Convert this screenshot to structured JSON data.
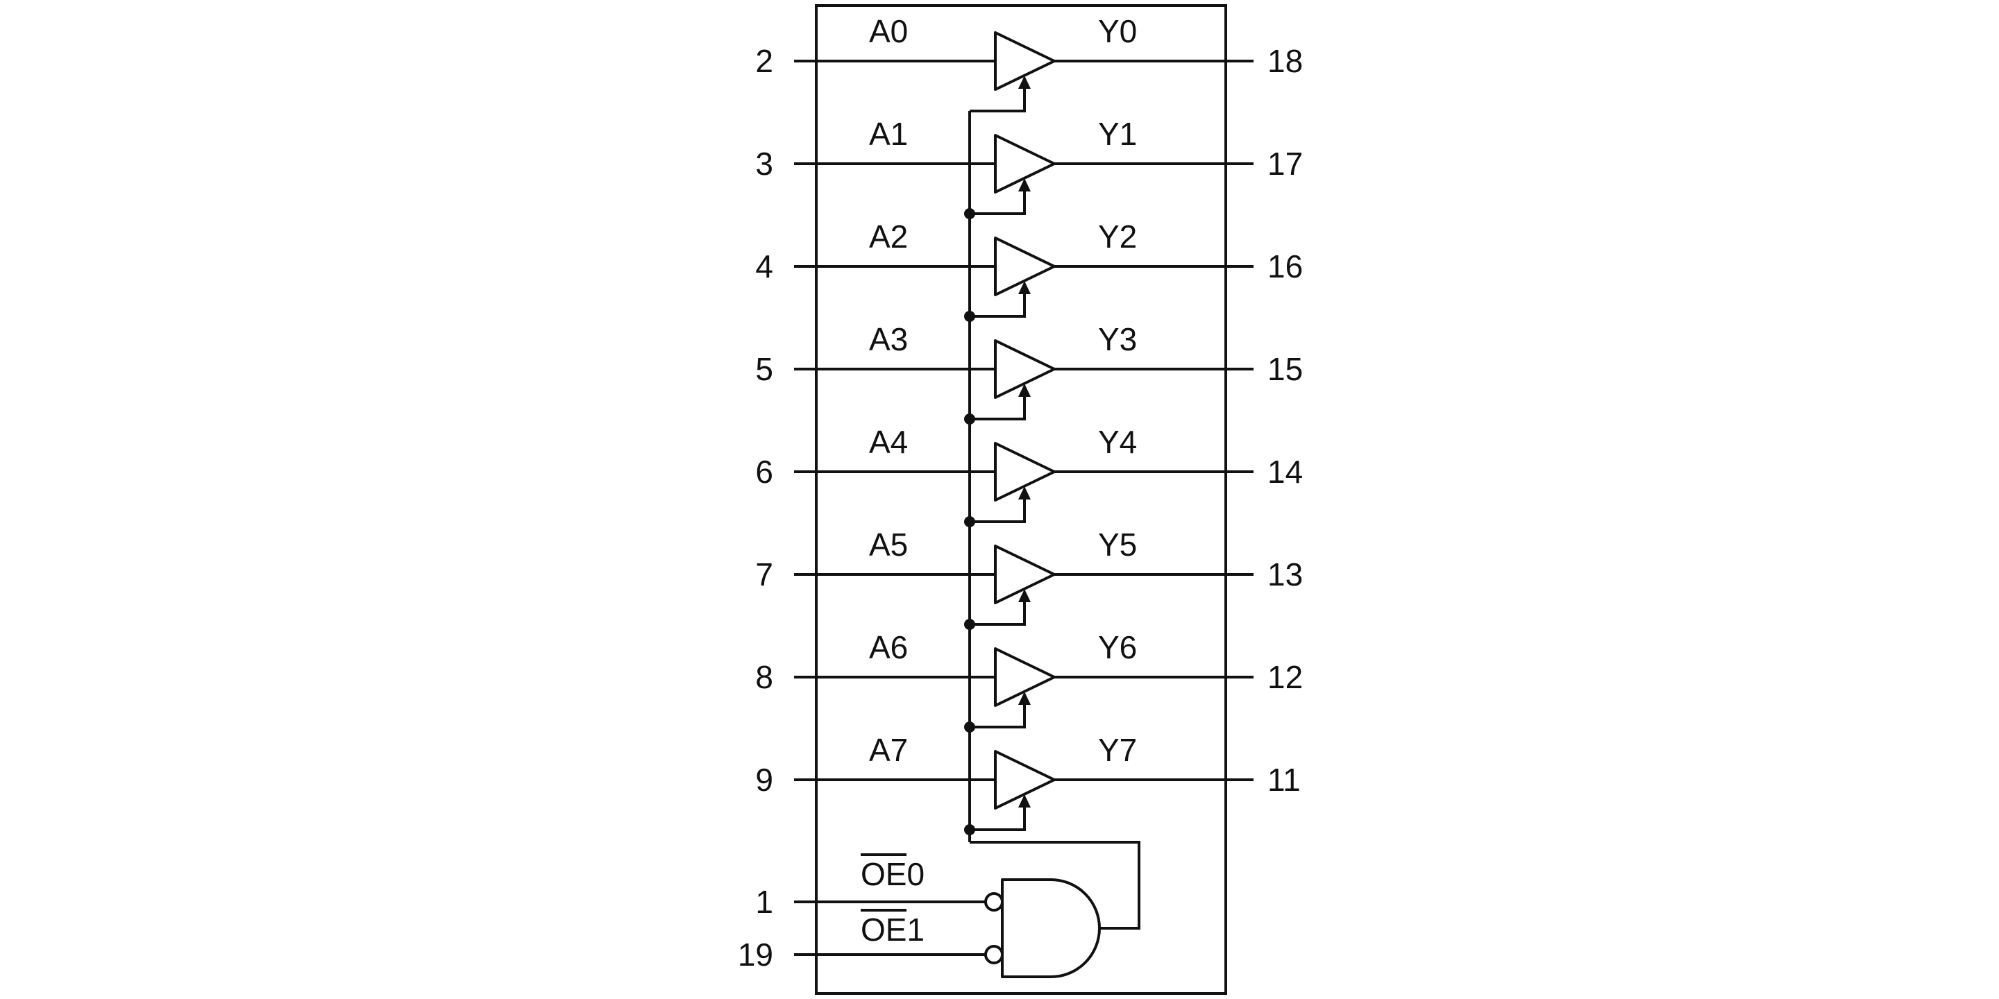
{
  "buffers": [
    {
      "pin_in": "2",
      "input": "A0",
      "output": "Y0",
      "pin_out": "18"
    },
    {
      "pin_in": "3",
      "input": "A1",
      "output": "Y1",
      "pin_out": "17"
    },
    {
      "pin_in": "4",
      "input": "A2",
      "output": "Y2",
      "pin_out": "16"
    },
    {
      "pin_in": "5",
      "input": "A3",
      "output": "Y3",
      "pin_out": "15"
    },
    {
      "pin_in": "6",
      "input": "A4",
      "output": "Y4",
      "pin_out": "14"
    },
    {
      "pin_in": "7",
      "input": "A5",
      "output": "Y5",
      "pin_out": "13"
    },
    {
      "pin_in": "8",
      "input": "A6",
      "output": "Y6",
      "pin_out": "12"
    },
    {
      "pin_in": "9",
      "input": "A7",
      "output": "Y7",
      "pin_out": "11"
    }
  ],
  "enables": [
    {
      "pin": "1",
      "name": "OE",
      "suffix": "0"
    },
    {
      "pin": "19",
      "name": "OE",
      "suffix": "1"
    }
  ],
  "colors": {
    "line": "#111111",
    "background": "#ffffff"
  }
}
